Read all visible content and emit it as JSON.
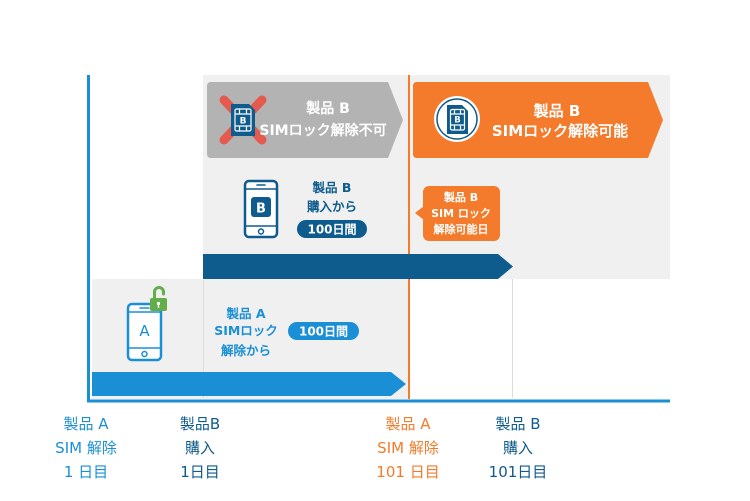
{
  "colors": {
    "product_a": "#1b8fd6",
    "product_b": "#0e5b8d",
    "unlock_day": "#f47b2b",
    "locked_banner": "#b3b3b3",
    "panel": "#f0f0f0",
    "grid": "#dddddd",
    "cross": "#e55a4f",
    "padlock": "#63ae4b"
  },
  "banners": {
    "locked": {
      "icon": "sim-card-crossed-icon",
      "sim_letter": "B",
      "line1": "製品 B",
      "line2": "SIMロック解除不可"
    },
    "unlockable": {
      "icon": "sim-card-badge-icon",
      "sim_letter": "B",
      "line1": "製品 B",
      "line2": "SIMロック解除可能"
    }
  },
  "product_b_purchase": {
    "icon": "smartphone-icon",
    "phone_letter": "B",
    "line1": "製品 B",
    "line2": "購入から",
    "duration": "100日間"
  },
  "unlock_day_callout": {
    "line1": "製品 B",
    "line2": "SIM ロック",
    "line3": "解除可能日"
  },
  "product_a_unlock": {
    "icon": "smartphone-icon",
    "badge_icon": "unlocked-padlock-icon",
    "phone_letter": "A",
    "line1": "製品 A",
    "line2": "SIMロック",
    "line3": "解除から",
    "duration": "100日間"
  },
  "timeline_labels": [
    {
      "line1": "製品 A",
      "line2": "SIM 解除",
      "line3": "1 日目"
    },
    {
      "line1": "製品B",
      "line2": "購入",
      "line3": "1日目"
    },
    {
      "line1": "製品 A",
      "line2": "SIM 解除",
      "line3": "101 日目"
    },
    {
      "line1": "製品 B",
      "line2": "購入",
      "line3": "101日目"
    }
  ]
}
